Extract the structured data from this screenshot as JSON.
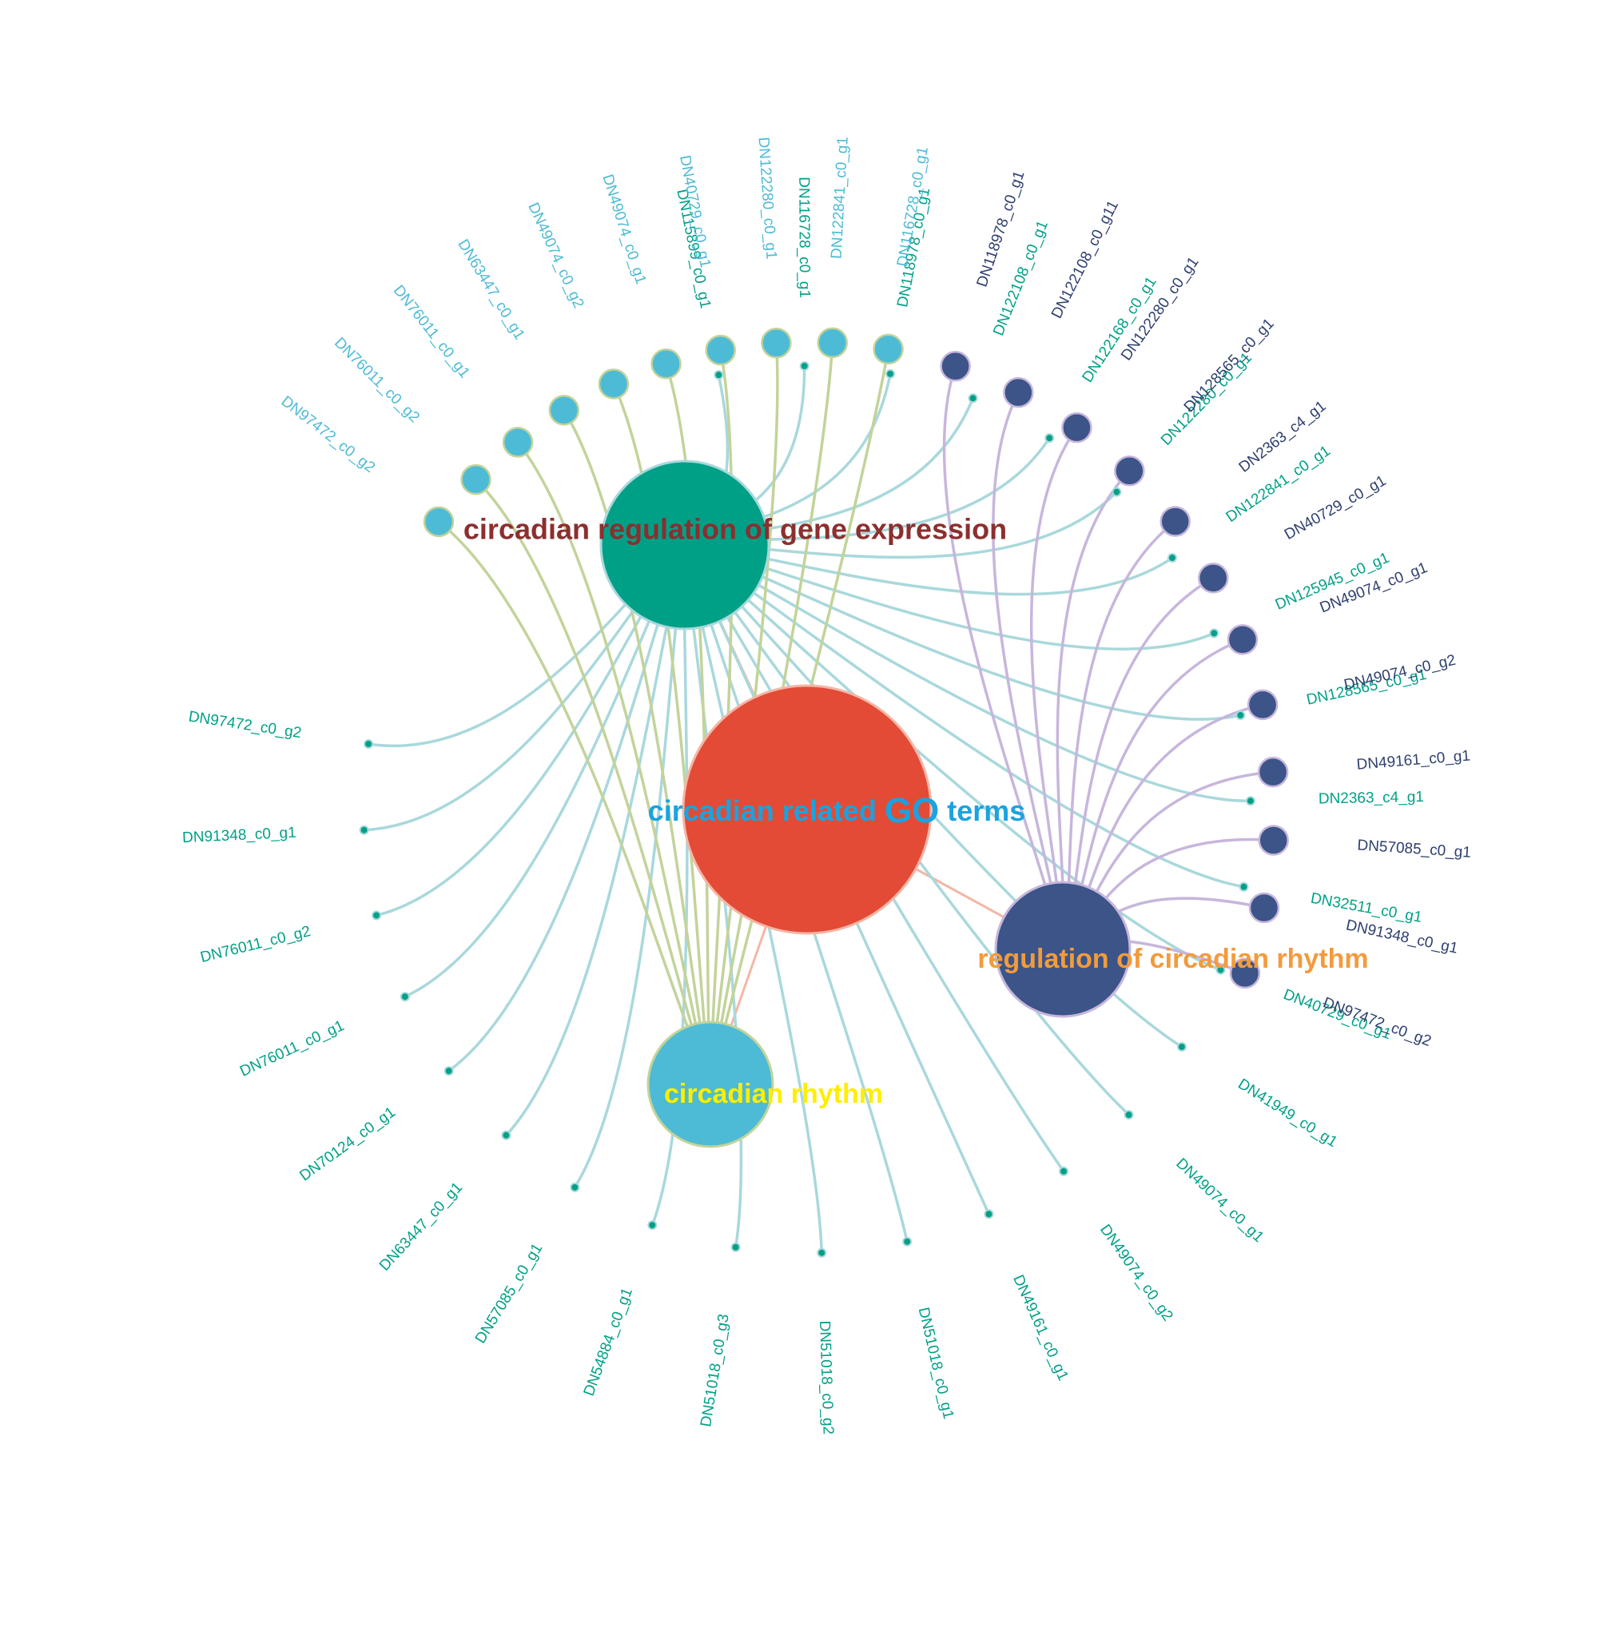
{
  "root": {
    "label_part1": "circadian related ",
    "label_part2": "GO",
    "label_part3": " terms",
    "color": "#e34b36",
    "label_color": "#1aa3e0"
  },
  "clusters": [
    {
      "id": "gene-expression",
      "label": "circadian regulation of gene expression",
      "color": "#00a087",
      "label_color": "#8b2f2f",
      "edge_color": "#a9d8dc",
      "leaf_color": "#00a087",
      "text_color": "#00a087",
      "leaves": [
        "DN115899_c0_g1",
        "DN116728_c0_g1",
        "DN118978_c0_g1",
        "DN122108_c0_g1",
        "DN122168_c0_g1",
        "DN122280_c0_g1",
        "DN122841_c0_g1",
        "DN125945_c0_g1",
        "DN128565_c0_g1",
        "DN2363_c4_g1",
        "DN32511_c0_g1",
        "DN40729_c0_g1",
        "DN41949_c0_g1",
        "DN49074_c0_g1",
        "DN49074_c0_g2",
        "DN49161_c0_g1",
        "DN51018_c0_g1",
        "DN51018_c0_g2",
        "DN51018_c0_g3",
        "DN54884_c0_g1",
        "DN57085_c0_g1",
        "DN63447_c0_g1",
        "DN70124_c0_g1",
        "DN76011_c0_g1",
        "DN76011_c0_g2",
        "DN91348_c0_g1",
        "DN97472_c0_g2"
      ]
    },
    {
      "id": "regulation-rhythm",
      "label": "regulation of circadian rhythm",
      "color": "#3c5488",
      "label_color": "#f39b3c",
      "edge_color": "#c7b6dc",
      "leaf_color": "#3c5488",
      "text_color": "#2e3f6e",
      "leaves": [
        "DN97472_c0_g2",
        "DN91348_c0_g1",
        "DN57085_c0_g1",
        "DN49161_c0_g1",
        "DN49074_c0_g2",
        "DN49074_c0_g1",
        "DN40729_c0_g1",
        "DN2363_c4_g1",
        "DN128565_c0_g1",
        "DN122280_c0_g1",
        "DN122108_c0_g11",
        "DN118978_c0_g1"
      ]
    },
    {
      "id": "circadian-rhythm",
      "label": "circadian rhythm",
      "color": "#4dbbd5",
      "label_color": "#ffee00",
      "edge_color": "#c3d39a",
      "leaf_color": "#4dbbd5",
      "text_color": "#4dbbd5",
      "leaves": [
        "DN116728_c0_g1",
        "DN122841_c0_g1",
        "DN122280_c0_g1",
        "DN40729_c0_g1",
        "DN49074_c0_g1",
        "DN49074_c0_g2",
        "DN63447_c0_g1",
        "DN76011_c0_g1",
        "DN76011_c0_g2",
        "DN97472_c0_g2"
      ]
    }
  ],
  "root_edge_color": "#f4b6a6"
}
